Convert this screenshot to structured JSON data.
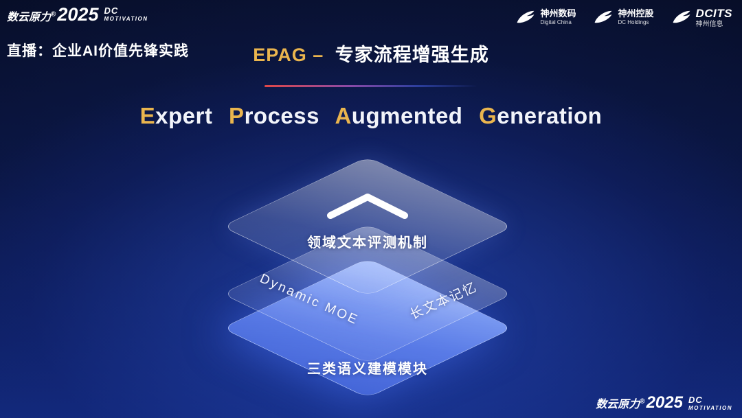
{
  "brand": {
    "name": "数云原力",
    "reg": "®",
    "year": "2025",
    "dc": "DC",
    "motivation": "MOTIVATION"
  },
  "header": {
    "live_label": "直播：企业AI价值先锋实践",
    "title_gold": "EPAG –",
    "title_cn": "专家流程增强生成"
  },
  "partner_logos": [
    {
      "title": "神州数码",
      "subtitle": "Digital China"
    },
    {
      "title": "神州控股",
      "subtitle": "DC Holdings"
    },
    {
      "title": "DCITS",
      "subtitle": "神州信息"
    }
  ],
  "main_title": {
    "words": [
      {
        "cap": "E",
        "rest": "xpert"
      },
      {
        "cap": "P",
        "rest": "rocess"
      },
      {
        "cap": "A",
        "rest": "ugmented"
      },
      {
        "cap": "G",
        "rest": "eneration"
      }
    ]
  },
  "diagram": {
    "top_layer_label": "领域文本评测机制",
    "middle_layer_labels": {
      "left": "Dynamic MOE",
      "right": "长文本记忆"
    },
    "bottom_layer_label": "三类语义建模模块"
  },
  "colors": {
    "gold_accent": "#eab54e",
    "divider_red": "#e04848",
    "layer_blue": "#5f82ee",
    "background_deep": "#081239"
  }
}
